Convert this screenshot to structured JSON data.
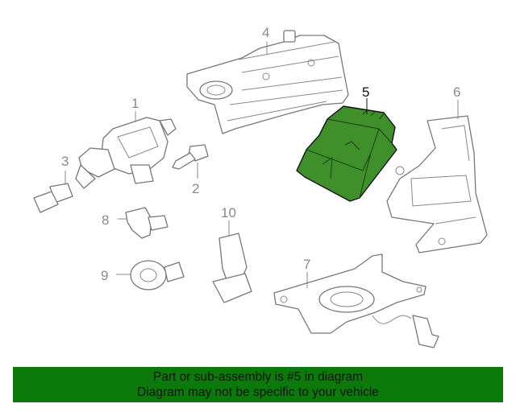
{
  "callouts": {
    "c1": "1",
    "c2": "2",
    "c3": "3",
    "c4": "4",
    "c5": "5",
    "c6": "6",
    "c7": "7",
    "c8": "8",
    "c9": "9",
    "c10": "10"
  },
  "highlighted_part": "5",
  "colors": {
    "highlight": "#3f8f2a",
    "banner": "#0b7a0b"
  },
  "banner": {
    "line1": "Part or sub-assembly is #5 in diagram",
    "line2": "Diagram may not be specific to your vehicle"
  }
}
